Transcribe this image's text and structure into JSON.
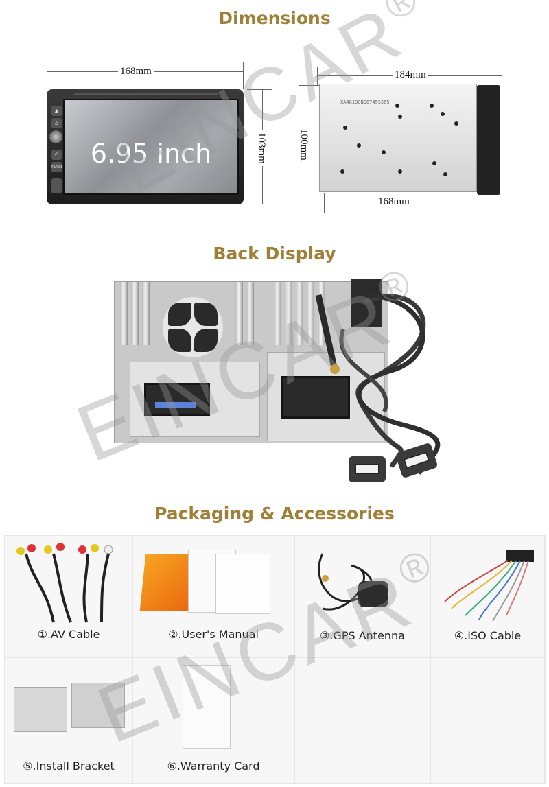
{
  "sections": {
    "dimensions_title": "Dimensions",
    "back_title": "Back Display",
    "packaging_title": "Packaging & Accessories"
  },
  "dimensions": {
    "front_width": "168mm",
    "front_height": "103mm",
    "screen_size": "6.95 inch",
    "side_depth": "184mm",
    "side_height": "100mm",
    "side_width": "168mm",
    "side_sticker": "XA4819GNG6745S565"
  },
  "front_buttons": [
    "▲",
    "⌂",
    "↶",
    "MAIN"
  ],
  "accessories": [
    {
      "label": "①.AV Cable"
    },
    {
      "label": "②.User's Manual"
    },
    {
      "label": "③.GPS Antenna"
    },
    {
      "label": "④.ISO Cable"
    },
    {
      "label": "⑤.Install Bracket"
    },
    {
      "label": "⑥.Warranty Card"
    }
  ],
  "watermark": {
    "brand": "EINCAR",
    "symbol": "®"
  },
  "colors": {
    "title": "#a08038",
    "grid_bg": "#e6e6e6",
    "cell_bg": "#f7f7f7"
  }
}
